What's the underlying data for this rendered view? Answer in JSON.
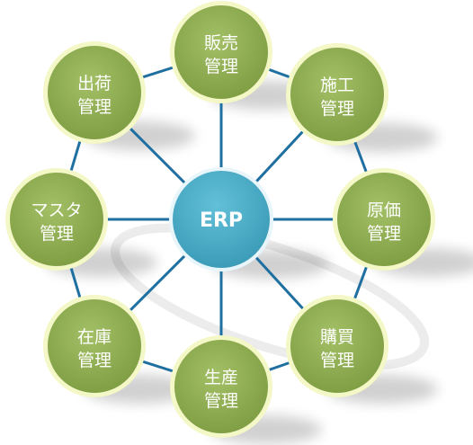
{
  "diagram": {
    "center": {
      "label": "ERP"
    },
    "modules": [
      {
        "line1": "販売",
        "line2": "管理"
      },
      {
        "line1": "施工",
        "line2": "管理"
      },
      {
        "line1": "原価",
        "line2": "管理"
      },
      {
        "line1": "購買",
        "line2": "管理"
      },
      {
        "line1": "生産",
        "line2": "管理"
      },
      {
        "line1": "在庫",
        "line2": "管理"
      },
      {
        "line1": "マスタ",
        "line2": "管理"
      },
      {
        "line1": "出荷",
        "line2": "管理"
      }
    ]
  },
  "colors": {
    "module_fill": "#8ead52",
    "module_rim": "#f4f7c6",
    "center_fill": "#4aaec8",
    "connector": "#1f6fa0",
    "text": "#ffffff"
  }
}
